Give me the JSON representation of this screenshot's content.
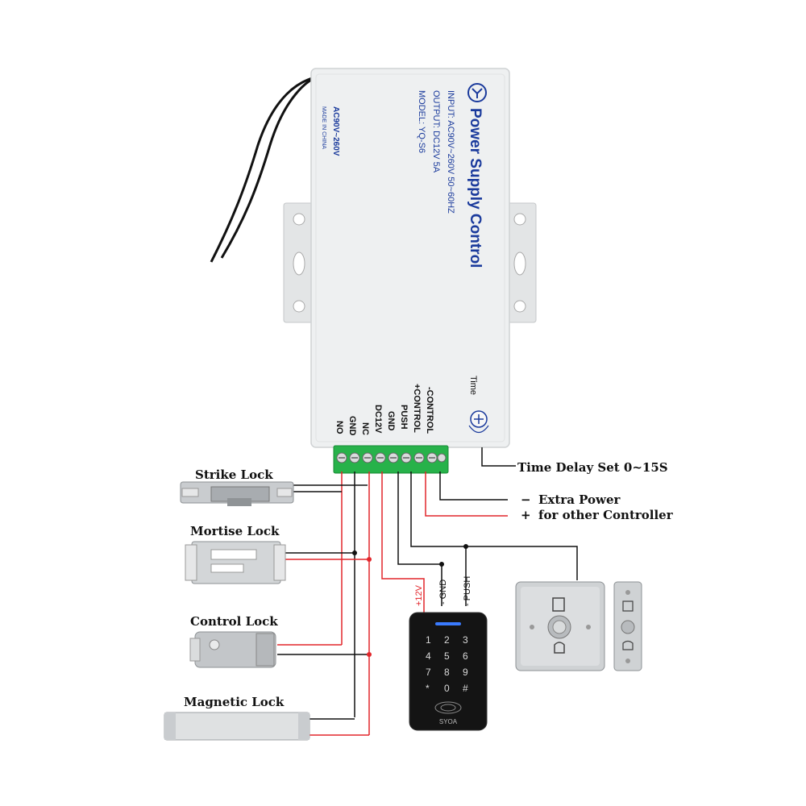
{
  "psu": {
    "brand": "Power Supply Control",
    "input": "INPUT: AC90V~260V 50~60HZ",
    "output": "OUTPUT: DC12V 5A",
    "model": "MODEL: YQ-S6",
    "side_voltage": "AC90V~260V",
    "side_origin": "MADE IN CHINA",
    "time_label": "Time",
    "terminals": [
      "NO",
      "GND",
      "NC",
      "DC12V",
      "GND",
      "PUSH",
      "+CONTROL",
      "-CONTROL"
    ]
  },
  "labels": {
    "time_delay": "Time Delay Set 0~15S",
    "extra_minus": "−",
    "extra_plus": "+",
    "extra_power": "Extra Power",
    "for_other": "for other Controller",
    "strike_lock": "Strike Lock",
    "mortise_lock": "Mortise Lock",
    "control_lock": "Control Lock",
    "magnetic_lock": "Magnetic Lock",
    "plus12v": "+12V",
    "gnd_wire": "- GND",
    "push_wire": "- PUSH"
  },
  "keypad": {
    "keys": [
      "1",
      "2",
      "3",
      "4",
      "5",
      "6",
      "7",
      "8",
      "9",
      "*",
      "0",
      "#"
    ],
    "brand": "SYOA"
  },
  "colors": {
    "wire_black": "#111111",
    "wire_red": "#e2262b",
    "terminal_green": "#27b24a",
    "psu_body": "#eef0f1",
    "psu_text": "#1a3a9c"
  }
}
